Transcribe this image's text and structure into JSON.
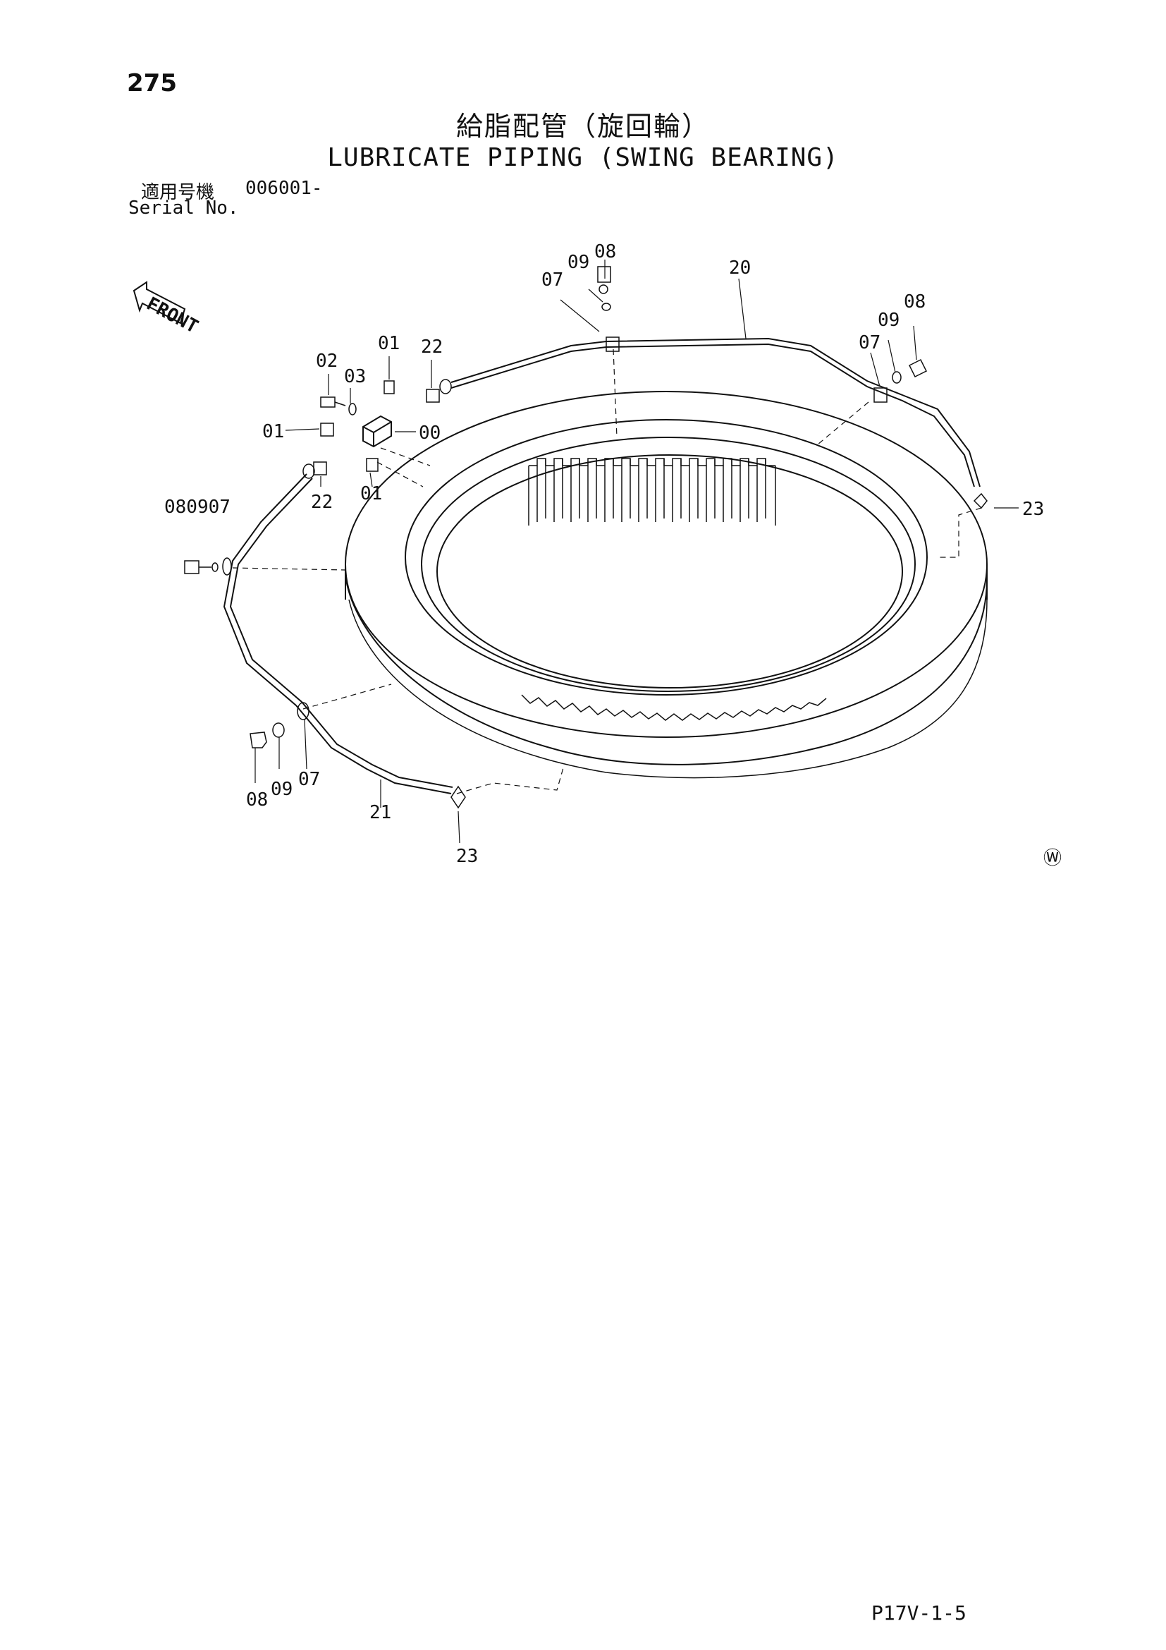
{
  "page_number": "275",
  "title_ja": "給脂配管（旋回輪）",
  "title_en": "LUBRICATE PIPING (SWING BEARING)",
  "serial": {
    "label_ja": "適用号機",
    "value": "006001-",
    "label_en": "Serial No."
  },
  "front_label": "FRONT",
  "watermark_symbol": "Ⓦ",
  "footer_code": "P17V-1-5",
  "callouts": {
    "c_08_top": "08",
    "c_09_top": "09",
    "c_07_top": "07",
    "c_20": "20",
    "c_08_right": "08",
    "c_09_right": "09",
    "c_07_right": "07",
    "c_02": "02",
    "c_01_upper": "01",
    "c_22_upper": "22",
    "c_03": "03",
    "c_01_left": "01",
    "c_00": "00",
    "c_22_lower": "22",
    "c_01_lower": "01",
    "c_080907_left": "080907",
    "c_23_right": "23",
    "c_08_bottom": "08",
    "c_09_bottom": "09",
    "c_07_bottom": "07",
    "c_21": "21",
    "c_23_bottom": "23"
  }
}
